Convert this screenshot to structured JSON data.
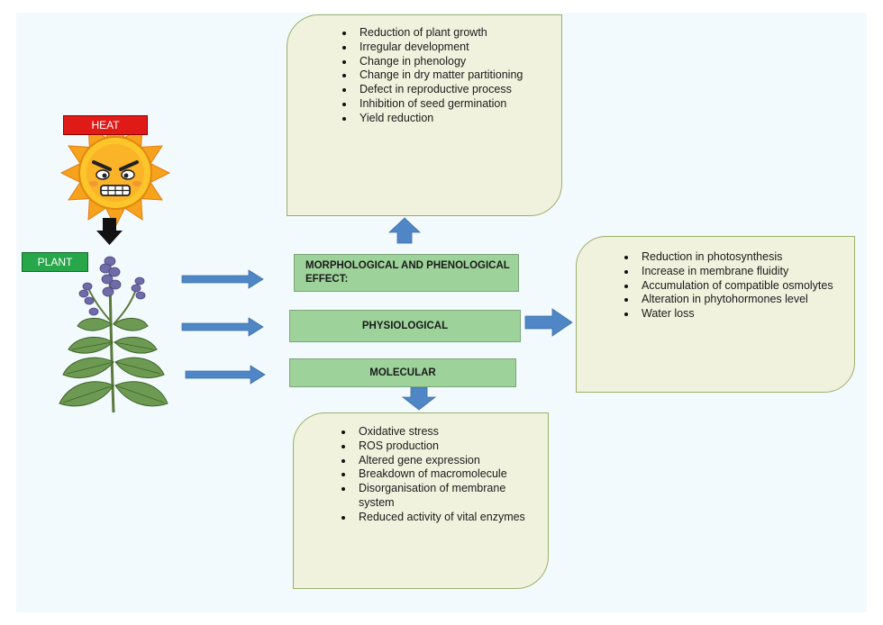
{
  "labels": {
    "heat": "HEAT",
    "plant": "PLANT"
  },
  "effects": {
    "morphological": "MORPHOLOGICAL AND PHENOLOGICAL EFFECT:",
    "physiological": "PHYSIOLOGICAL",
    "molecular": "MOLECULAR"
  },
  "morphological_effects": [
    "Reduction of plant growth",
    "Irregular development",
    "Change in phenology",
    "Change in dry matter partitioning",
    "Defect in reproductive process",
    "Inhibition of seed germination",
    "Yield reduction"
  ],
  "physiological_effects": [
    "Reduction in photosynthesis",
    "Increase in membrane fluidity",
    "Accumulation of compatible osmolytes",
    "Alteration in phytohormones level",
    "Water loss"
  ],
  "molecular_effects": [
    "Oxidative stress",
    "ROS production",
    "Altered gene expression",
    "Breakdown of macromolecule",
    "Disorganisation of membrane system",
    "Reduced activity of vital enzymes"
  ],
  "colors": {
    "heat_tag": "#e01a17",
    "plant_tag": "#27a64a",
    "effect_box": "#9dd29a",
    "detail_box": "#f1f2de",
    "arrow": "#4f86c6"
  },
  "icons": {
    "heat": "angry-sun-icon",
    "plant": "flowering-plant-icon"
  }
}
